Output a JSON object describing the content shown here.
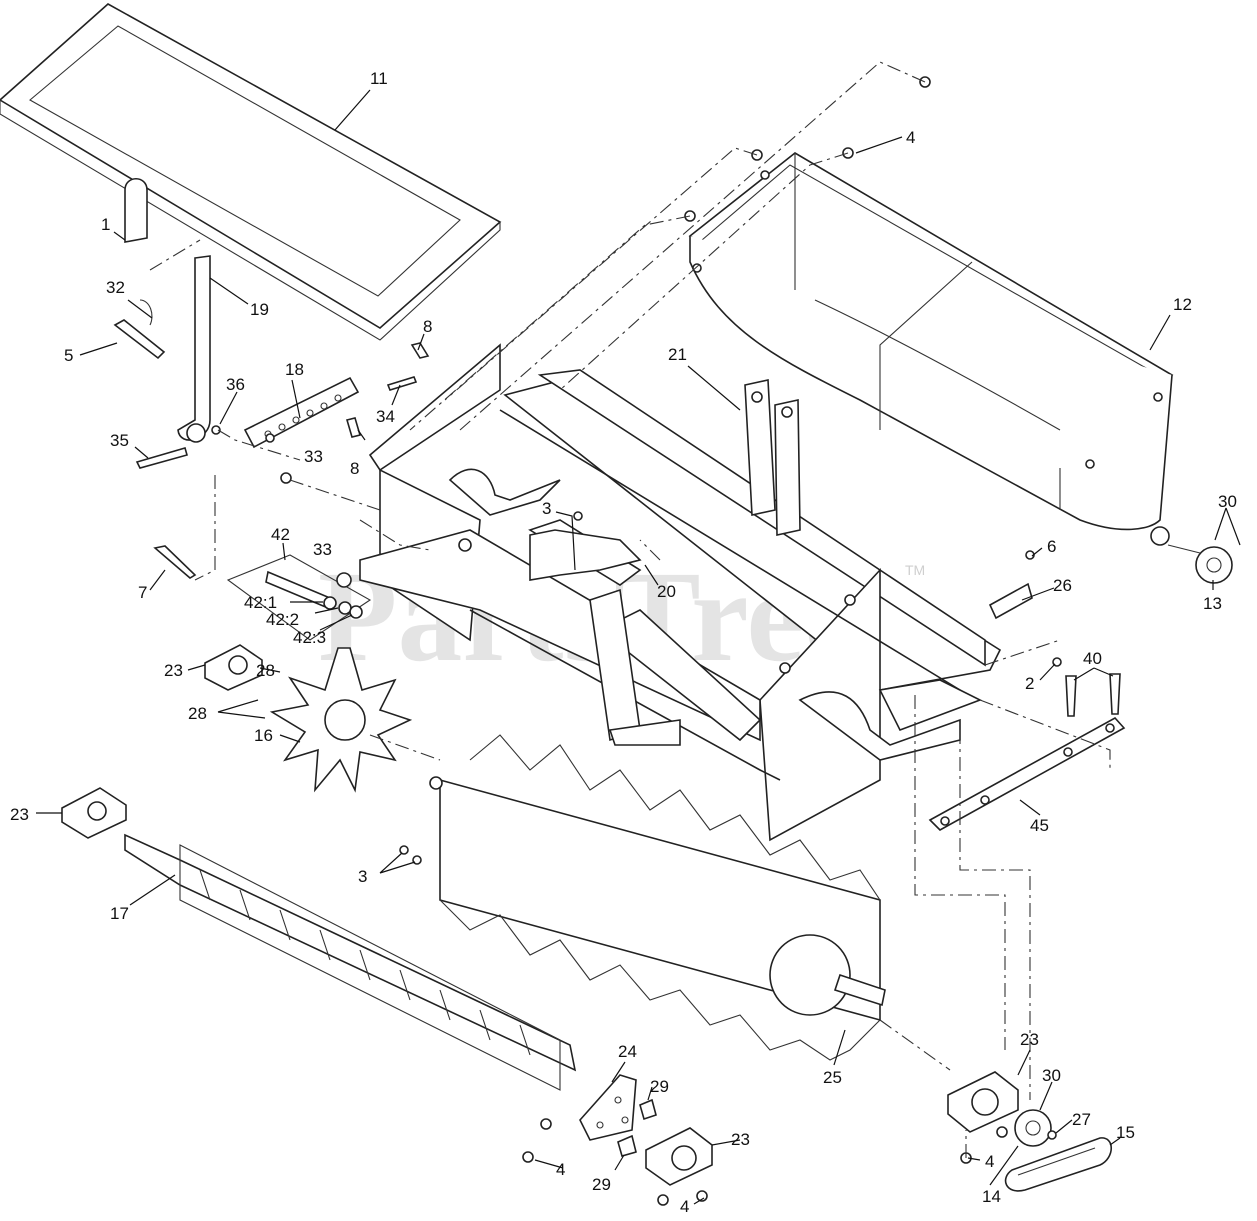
{
  "watermark": {
    "text": "PartsTree",
    "tm": "TM"
  },
  "callouts": [
    {
      "id": "c11",
      "text": "11"
    },
    {
      "id": "c4a",
      "text": "4"
    },
    {
      "id": "c1",
      "text": "1"
    },
    {
      "id": "c32",
      "text": "32"
    },
    {
      "id": "c19",
      "text": "19"
    },
    {
      "id": "c12",
      "text": "12"
    },
    {
      "id": "c5",
      "text": "5"
    },
    {
      "id": "c8a",
      "text": "8"
    },
    {
      "id": "c21",
      "text": "21"
    },
    {
      "id": "c18",
      "text": "18"
    },
    {
      "id": "c36",
      "text": "36"
    },
    {
      "id": "c34",
      "text": "34"
    },
    {
      "id": "c35",
      "text": "35"
    },
    {
      "id": "c33a",
      "text": "33"
    },
    {
      "id": "c8b",
      "text": "8"
    },
    {
      "id": "c3a",
      "text": "3"
    },
    {
      "id": "c30a",
      "text": "30"
    },
    {
      "id": "c42",
      "text": "42"
    },
    {
      "id": "c33b",
      "text": "33"
    },
    {
      "id": "c6",
      "text": "6"
    },
    {
      "id": "c7",
      "text": "7"
    },
    {
      "id": "c42_1",
      "text": "42:1"
    },
    {
      "id": "c42_2",
      "text": "42:2"
    },
    {
      "id": "c20",
      "text": "20"
    },
    {
      "id": "c26",
      "text": "26"
    },
    {
      "id": "c13",
      "text": "13"
    },
    {
      "id": "c42_3",
      "text": "42:3"
    },
    {
      "id": "c23a",
      "text": "23"
    },
    {
      "id": "c28a",
      "text": "28"
    },
    {
      "id": "c40",
      "text": "40"
    },
    {
      "id": "c2",
      "text": "2"
    },
    {
      "id": "c28b",
      "text": "28"
    },
    {
      "id": "c16",
      "text": "16"
    },
    {
      "id": "c23b",
      "text": "23"
    },
    {
      "id": "c45",
      "text": "45"
    },
    {
      "id": "c3b",
      "text": "3"
    },
    {
      "id": "c17",
      "text": "17"
    },
    {
      "id": "c24",
      "text": "24"
    },
    {
      "id": "c25",
      "text": "25"
    },
    {
      "id": "c23c",
      "text": "23"
    },
    {
      "id": "c30b",
      "text": "30"
    },
    {
      "id": "c29a",
      "text": "29"
    },
    {
      "id": "c27",
      "text": "27"
    },
    {
      "id": "c15",
      "text": "15"
    },
    {
      "id": "c23d",
      "text": "23"
    },
    {
      "id": "c4b",
      "text": "4"
    },
    {
      "id": "c4c",
      "text": "4"
    },
    {
      "id": "c29b",
      "text": "29"
    },
    {
      "id": "c14",
      "text": "14"
    },
    {
      "id": "c4d",
      "text": "4"
    }
  ]
}
